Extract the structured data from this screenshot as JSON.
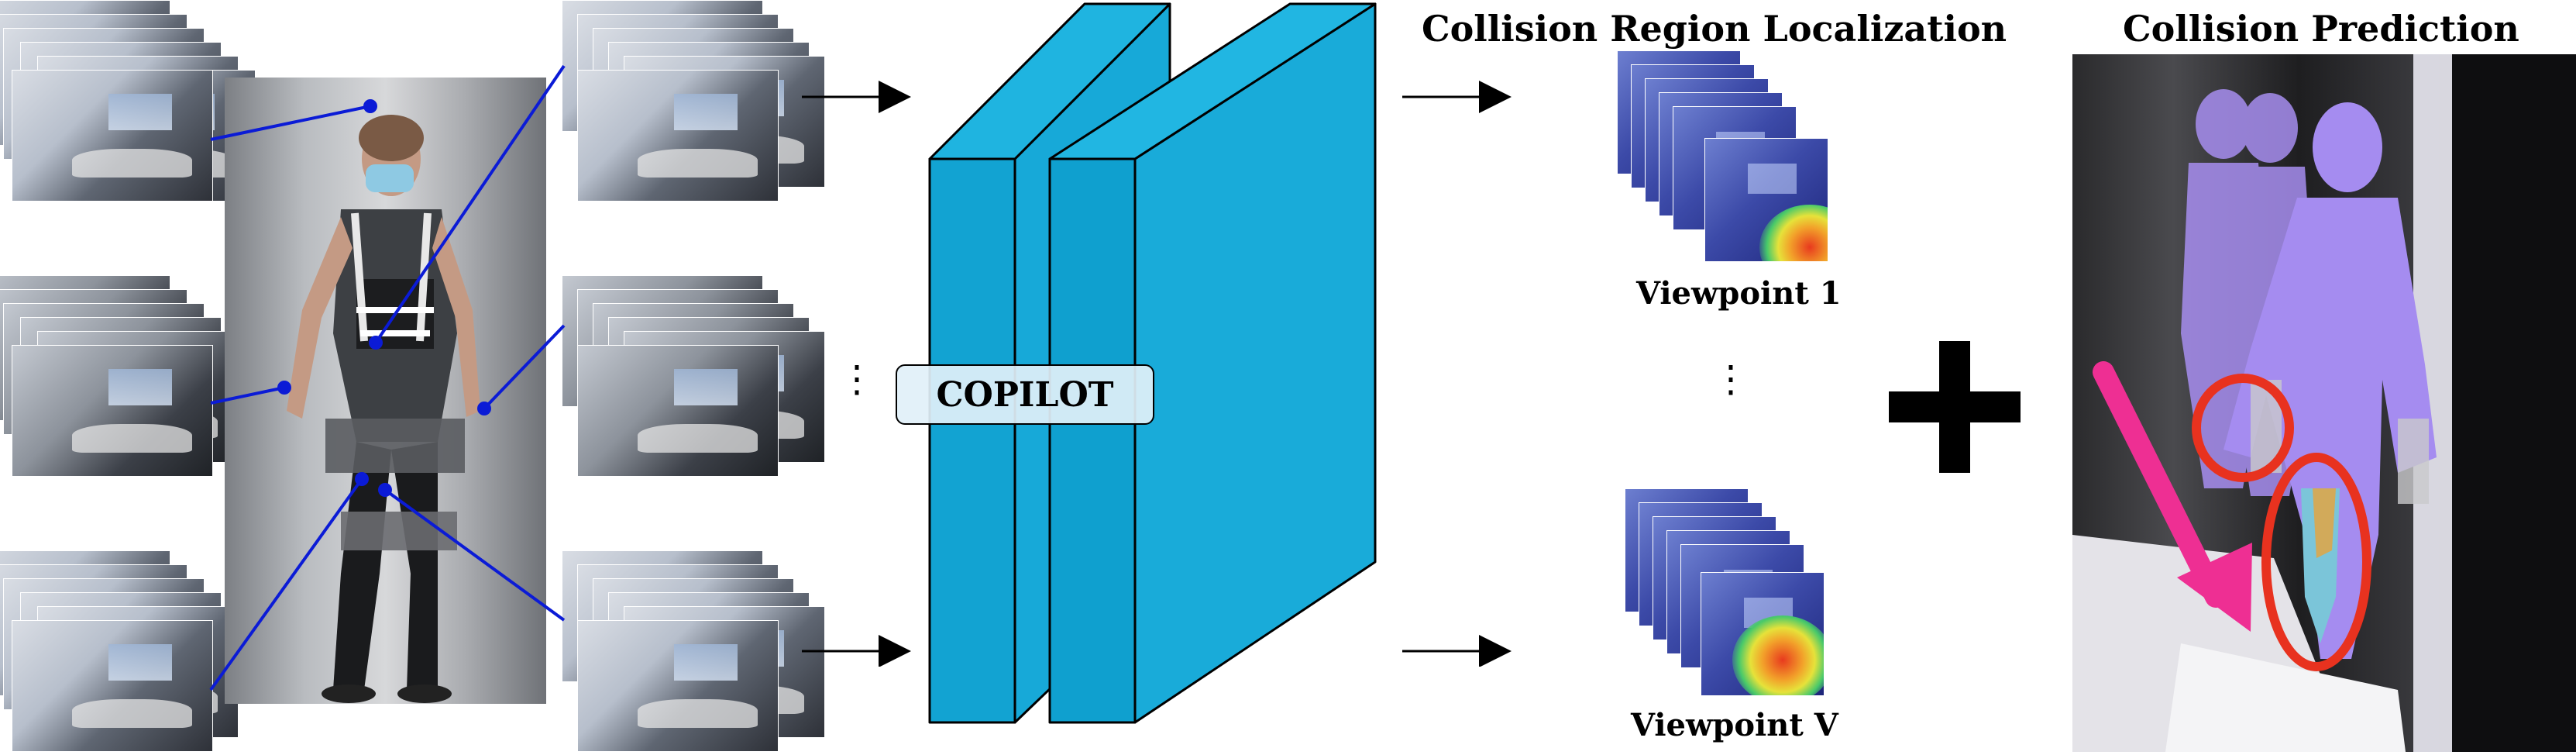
{
  "model": {
    "name": "COPILOT"
  },
  "headings": {
    "localization": "Collision Region Localization",
    "prediction": "Collision Prediction"
  },
  "viewpoints": [
    {
      "label": "Viewpoint 1"
    },
    {
      "label": "Viewpoint V"
    }
  ],
  "ellipsis": "⋮",
  "colors": {
    "network_block": "#17a9d8",
    "connector_lines": "#0b1bd6",
    "collision_circle": "#e8321f",
    "direction_arrow": "#ee2f93",
    "human_mesh": "#a78ef0"
  }
}
